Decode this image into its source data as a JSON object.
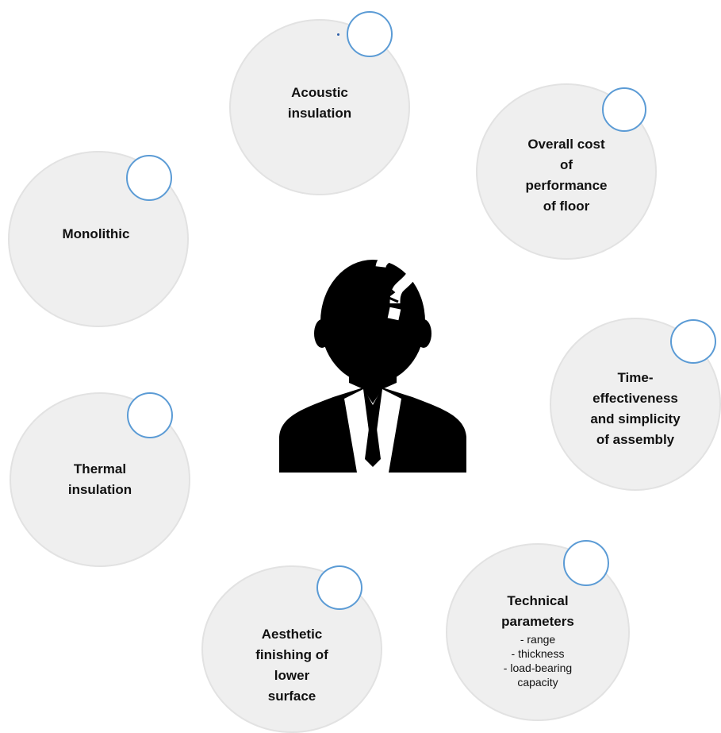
{
  "circles": {
    "acoustic": {
      "label": "Acoustic\ninsulation"
    },
    "cost": {
      "label": "Overall cost\nof\nperformance\nof floor"
    },
    "monolithic": {
      "label": "Monolithic"
    },
    "time": {
      "label": "Time-\neffectiveness\nand simplicity\nof assembly"
    },
    "thermal": {
      "label": "Thermal\ninsulation"
    },
    "technical": {
      "label": "Technical\nparameters",
      "sub": "- range\n- thickness\n- load-bearing\ncapacity"
    },
    "aesthetic": {
      "label": "Aesthetic\nfinishing of\nlower\nsurface"
    }
  },
  "colors": {
    "circle_fill": "#efefef",
    "badge_stroke": "#5b9bd5",
    "icon": "#000000"
  },
  "icons": {
    "center": "person-question-icon"
  }
}
